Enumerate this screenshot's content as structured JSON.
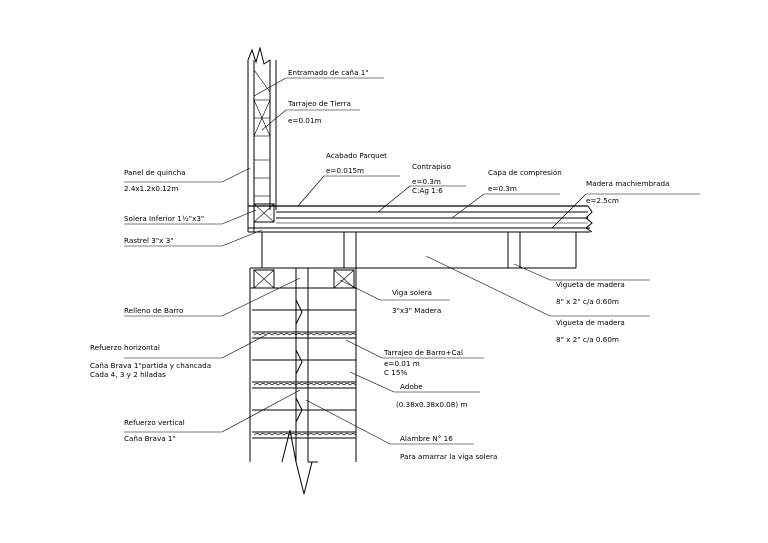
{
  "labels": {
    "entramado": "Entramado de caña 1\"",
    "tarrajeo_tierra": "Tarrajeo de Tierra",
    "tarrajeo_tierra_e": "e=0.01m",
    "acabado_parquet": "Acabado Parquet",
    "acabado_parquet_e": "e=0.015m",
    "contrapiso": "Contrapiso",
    "contrapiso_e": "e=0.3m",
    "contrapiso_mix": "C:Ag   1:6",
    "capa_compresion": "Capa de compresión",
    "capa_compresion_e": "e=0.3m",
    "madera_machiembrada": "Madera machiembrada",
    "madera_machiembrada_e": "e=2.5cm",
    "panel_quincha": "Panel de quincha",
    "panel_quincha_dim": "2.4x1.2x0.12m",
    "solera_inferior": "Solera Inferior 1½\"x3\"",
    "rastrel": "Rastrel 3\"x 3\"",
    "vigueta_1": "Vigueta de madera",
    "vigueta_1_dim": "8\" x 2\" c/a 0.60m",
    "vigueta_2": "Vigueta de madera",
    "vigueta_2_dim": "8\" x 2\" c/a 0.60m",
    "viga_solera": "Viga solera",
    "viga_solera_dim": "3\"x3\" Madera",
    "relleno_barro": "Relleno de Barro",
    "refuerzo_horizontal": "Refuerzo horizontal",
    "refuerzo_horizontal_d1": "Caña Brava 1\"partida y chancada",
    "refuerzo_horizontal_d2": "Cada 4, 3 y 2 hiladas",
    "tarrajeo_barro": "Tarrajeo de Barro+Cal",
    "tarrajeo_barro_e": "e=0.01 m",
    "tarrajeo_barro_c": "C 15%",
    "adobe": "Adobe",
    "adobe_dim": "(0.38x0.38x0.08) m",
    "refuerzo_vertical": "Refuerzo vertical",
    "refuerzo_vertical_d": "Caña Brava 1\"",
    "alambre": "Alambre N° 16",
    "alambre_d": "Para amarrar la viga solera"
  }
}
